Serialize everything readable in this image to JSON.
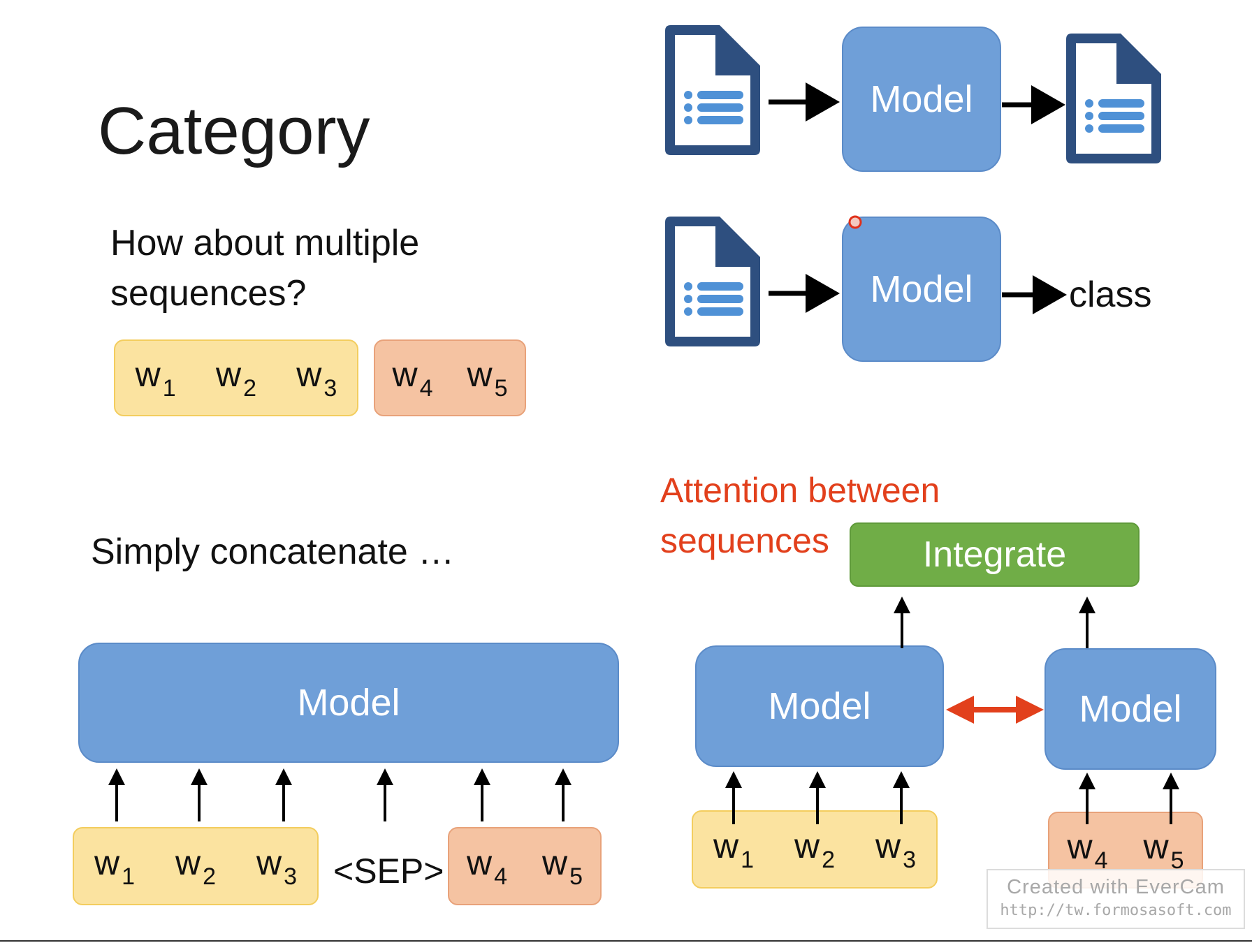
{
  "title": "Category",
  "question": {
    "line1": "How about multiple",
    "line2": "sequences?"
  },
  "concat_label": "Simply concatenate …",
  "attention_label": {
    "line1": "Attention between",
    "line2": "sequences"
  },
  "model_label": "Model",
  "class_label": "class",
  "integrate_label": "Integrate",
  "sep_label": "<SEP>",
  "tokens": {
    "w1": {
      "base": "w",
      "sub": "1"
    },
    "w2": {
      "base": "w",
      "sub": "2"
    },
    "w3": {
      "base": "w",
      "sub": "3"
    },
    "w4": {
      "base": "w",
      "sub": "4"
    },
    "w5": {
      "base": "w",
      "sub": "5"
    }
  },
  "watermark": {
    "line1": "Created  with  EverCam",
    "line2": "http://tw.formosasoft.com"
  },
  "colors": {
    "model_blue": "#6f9fd8",
    "sequence_yellow": "#fbe3a0",
    "sequence_orange": "#f5c3a2",
    "integrate_green": "#70ad47",
    "attention_red": "#e2401c",
    "document_navy": "#2e4f7f"
  },
  "icons": [
    "document-icon",
    "arrow-right-icon",
    "arrow-up-icon",
    "double-arrow-icon",
    "cursor-marker-icon"
  ]
}
